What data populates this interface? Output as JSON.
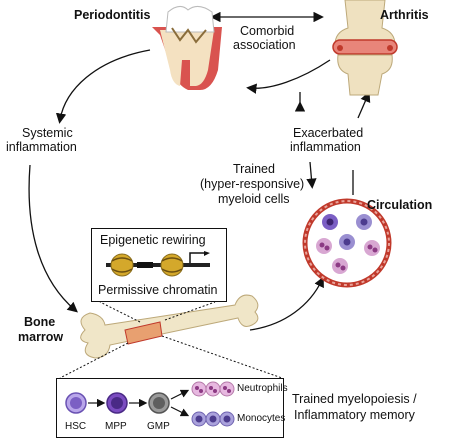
{
  "labels": {
    "periodontitis": "Periodontitis",
    "arthritis": "Arthritis",
    "comorbid_line1": "Comorbid",
    "comorbid_line2": "association",
    "systemic_line1": "Systemic",
    "systemic_line2": "inflammation",
    "exacerbated_line1": "Exacerbated",
    "exacerbated_line2": "inflammation",
    "trained_line1": "Trained",
    "trained_line2": "(hyper-responsive)",
    "trained_line3": "myeloid cells",
    "circulation": "Circulation",
    "bone_line1": "Bone",
    "bone_line2": "marrow",
    "epigenetic": "Epigenetic  rewiring",
    "permissive": "Permissive chromatin",
    "myelopoiesis_line1": "Trained myelopoiesis /",
    "myelopoiesis_line2": "Inflammatory memory"
  },
  "cells": {
    "hsc": "HSC",
    "mpp": "MPP",
    "gmp": "GMP",
    "neutrophils": "Neutrophils",
    "monocytes": "Monocytes"
  },
  "colors": {
    "accent_red": "#c0392b",
    "bone": "#f0e6c8",
    "hsc_purple": "#7b5fc4",
    "mpp_purple": "#5b2f9e",
    "gmp_grey": "#7f7f7f",
    "neutrophil_pink": "#d8a7d2",
    "monocyte_lilac": "#9a8fd1"
  }
}
